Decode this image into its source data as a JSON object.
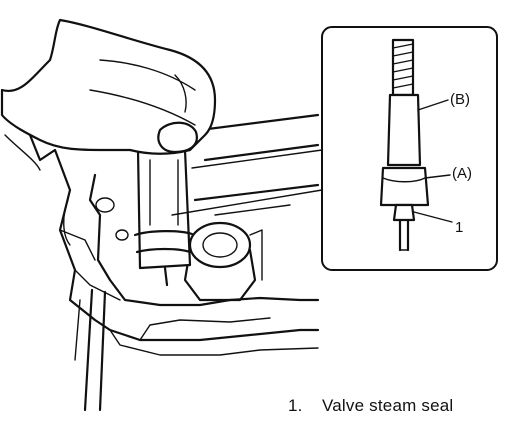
{
  "callouts": {
    "b": "(B)",
    "a": "(A)",
    "one": "1"
  },
  "caption": {
    "number": "1.",
    "text": "Valve steam seal"
  }
}
